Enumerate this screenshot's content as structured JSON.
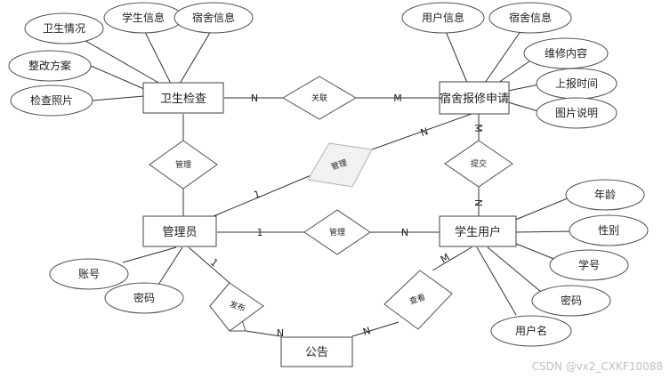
{
  "entities": {
    "hygiene_check": "卫生检查",
    "dorm_repair": "宿舍报修申请",
    "admin": "管理员",
    "student": "学生用户",
    "notice": "公告"
  },
  "attributes": {
    "hygiene_status": "卫生情况",
    "student_info_1": "学生信息",
    "dorm_info_1": "宿舍信息",
    "rectify_plan": "整改方案",
    "check_photo": "检查照片",
    "user_info": "用户信息",
    "dorm_info_2": "宿舍信息",
    "repair_content": "维修内容",
    "report_time": "上报时间",
    "picture_desc": "图片说明",
    "admin_account": "账号",
    "admin_password": "密码",
    "student_age": "年龄",
    "student_gender": "性别",
    "student_id": "学号",
    "student_password": "密码",
    "student_username": "用户名"
  },
  "relationships": {
    "associate": "关联",
    "manage_hygiene": "管理",
    "manage_repair": "管理",
    "submit": "提交",
    "manage_student": "管理",
    "publish": "发布",
    "view": "查看"
  },
  "cardinalities": {
    "hygiene_associate": "N",
    "repair_associate": "M",
    "repair_manage": "N",
    "admin_manage_repair": "1",
    "repair_submit": "M",
    "student_submit": "N",
    "admin_manage_student": "1",
    "student_manage": "N",
    "admin_publish": "1",
    "notice_publish": "N",
    "notice_view": "N",
    "student_view": "M"
  },
  "watermark": "CSDN @vx2_CXKF10088"
}
